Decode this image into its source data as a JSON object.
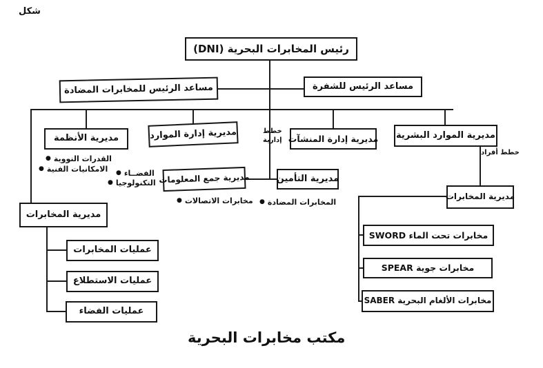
{
  "figure_label": "شكل",
  "footer_title": "مكتب مخابرات البحرية",
  "nodes": {
    "root": "رئيس المخابرات البحرية (DNI)",
    "assistant_counterintel": "مساعد الرئيس للمخابرات المضادة",
    "assistant_crypto": "مساعد الرئيس للشفرة",
    "systems": "مديرية الأنظمة",
    "resource_mgmt": "مديرية إدارة الموارد",
    "facilities_mgmt": "مديرية إدارة المنشآت",
    "human_resources": "مديرية الموارد البشرية",
    "info_collection": "مديرية جمع المعلومات",
    "security": "مديرية التأمين",
    "intel_left": "مديرية المخابرات",
    "intel_right": "مديرية المخابرات",
    "ops_intel": "عمليات المخابرات",
    "ops_recon": "عمليات الاستطلاع",
    "ops_space": "عمليات الفضاء",
    "underwater_intel": "مخابرات تحت الماء SWORD",
    "air_intel": "مخابرات جوية SPEAR",
    "naval_mines_intel": "مخابرات الألغام البحرية SABER"
  },
  "annotations": {
    "bullet": "●",
    "admin_plans_line1": "خطط",
    "admin_plans_line2": "إدارية",
    "personnel_plans": "خطط أفراد",
    "systems_bullets": [
      "القدرات النووية",
      "الامكانيات الفنية"
    ],
    "collection_bullets": [
      "الفضــاء",
      "التكنولوجيا"
    ],
    "collection_bullet_below": "مخابرات الاتصالات",
    "security_bullet": "المخابرات المضادة"
  }
}
